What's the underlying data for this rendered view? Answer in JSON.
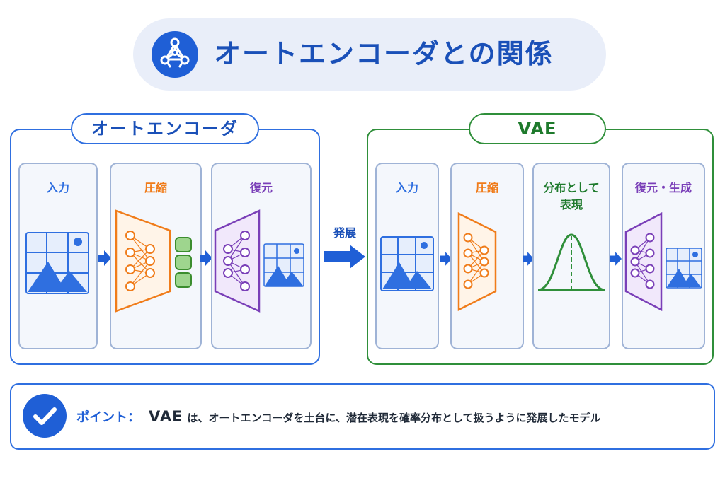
{
  "title": "オートエンコーダとの関係",
  "autoencoder": {
    "label": "オートエンコーダ",
    "steps": {
      "input": "入力",
      "compress": "圧縮",
      "restore": "復元"
    }
  },
  "connector_label": "発展",
  "vae": {
    "label": "VAE",
    "steps": {
      "input": "入力",
      "compress": "圧縮",
      "distribution_line1": "分布として",
      "distribution_line2": "表現",
      "restore_generate": "復元・生成"
    }
  },
  "note": {
    "label": "ポイント：",
    "subject": "VAE",
    "text": "は、オートエンコーダを土台に、潜在表現を確率分布として扱うように発展したモデル"
  },
  "icons": {
    "title": "network-graph-icon",
    "note": "checkmark-icon"
  },
  "colors": {
    "primary": "#1f5fd6",
    "green": "#2f8f3a",
    "orange": "#f07c1a",
    "purple": "#7a3fb8",
    "latent": "#6bbf59"
  }
}
